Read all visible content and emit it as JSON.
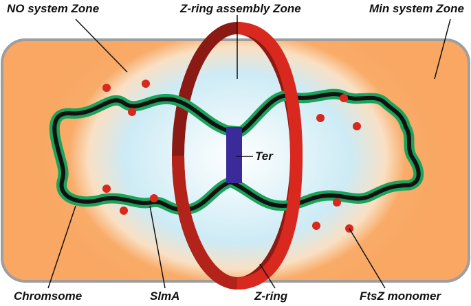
{
  "labels": {
    "no_zone": "NO system Zone",
    "zring_zone": "Z-ring assembly Zone",
    "min_zone": "Min system Zone",
    "ter": "Ter",
    "chromosome": "Chromsome",
    "slma": "SlmA",
    "zring": "Z-ring",
    "ftsz": "FtsZ monomer"
  },
  "colors": {
    "cell_fill": "#F9AB68",
    "cell_center": "#FFFFFF",
    "cell_mid": "#CDEBF5",
    "cell_border": "#9E9E9E",
    "chromosome_outer": "#1AA35B",
    "chromosome_inner": "#111111",
    "ring_dark": "#8B1A14",
    "ring_light": "#D9281E",
    "ter": "#3A2A9A",
    "ftsz_dot": "#D9281E"
  }
}
